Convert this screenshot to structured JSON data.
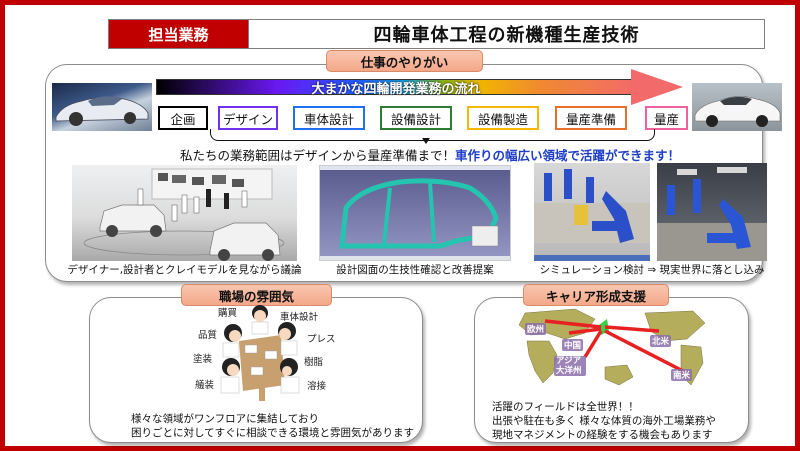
{
  "header": {
    "tag": "担当業務",
    "title": "四輪車体工程の新機種生産技術"
  },
  "work": {
    "pill": "仕事のやりがい",
    "flow_label": "大まかな四輪開発業務の流れ",
    "stages": [
      {
        "label": "企画",
        "color": "#000000"
      },
      {
        "label": "デザイン",
        "color": "#7030f0"
      },
      {
        "label": "車体設計",
        "color": "#2070f0"
      },
      {
        "label": "設備設計",
        "color": "#2e7d32"
      },
      {
        "label": "設備製造",
        "color": "#f5b800"
      },
      {
        "label": "量産準備",
        "color": "#e8702a"
      },
      {
        "label": "量産",
        "color": "#f060a0"
      }
    ],
    "scope_text": "私たちの業務範囲はデザインから量産準備まで！",
    "scope_highlight": "車作りの幅広い領域で活躍ができます！",
    "captions": {
      "clay": "デザイナー,設計者とクレイモデルを見ながら議論",
      "cad": "設計図面の生技性確認と改善提案",
      "sim": "シミュレーション検討 ⇒ 現実世界に落とし込み"
    },
    "images": {
      "sketch": "car-sketch",
      "product": "white-sedan-photo",
      "clay": "clay-model-showroom",
      "cad": "cad-body-side",
      "sim": "robot-line-simulation",
      "real": "robot-line-real"
    }
  },
  "workplace": {
    "pill": "職場の雰囲気",
    "roles": [
      "購買",
      "車体設計",
      "品質",
      "プレス",
      "塗装",
      "樹脂",
      "艤装",
      "溶接"
    ],
    "note_line1": "様々な領域がワンフロアに集結しており",
    "note_line2": "困りごとに対してすぐに相談できる環境と雰囲気があります"
  },
  "career": {
    "pill": "キャリア形成支援",
    "regions": [
      "欧州",
      "中国",
      "アジア大洋州",
      "北米",
      "南米"
    ],
    "note_line1": "活躍のフィールドは全世界！！",
    "note_line2": "出張や駐在も多く 様々な体質の海外工場業務や",
    "note_line3": "現地マネジメントの経験をする機会もあります"
  }
}
